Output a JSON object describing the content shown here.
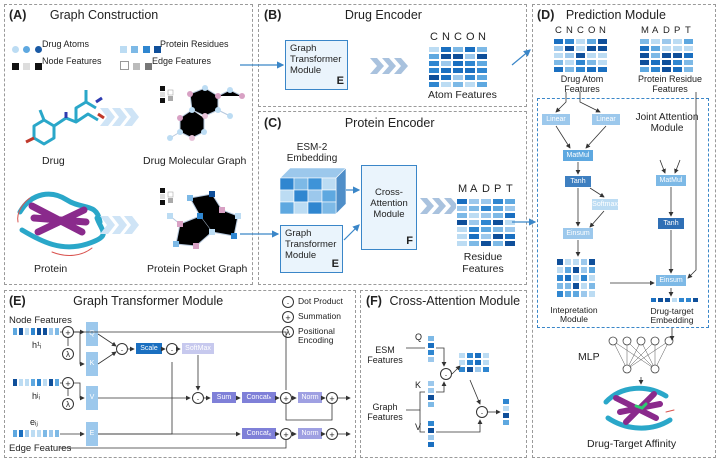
{
  "panels": {
    "a": {
      "label": "(A)",
      "title": "Graph Construction"
    },
    "b": {
      "label": "(B)",
      "title": "Drug Encoder"
    },
    "c": {
      "label": "(C)",
      "title": "Protein Encoder"
    },
    "d": {
      "label": "(D)",
      "title": "Prediction Module"
    },
    "e": {
      "label": "(E)",
      "title": "Graph Transformer Module"
    },
    "f": {
      "label": "(F)",
      "title": "Cross-Attention Module"
    }
  },
  "legend_a": {
    "drug_atoms": "Drug Atoms",
    "protein_residues": "Protein Residues",
    "node_features": "Node Features",
    "edge_features": "Edge Features"
  },
  "panel_a": {
    "drug": "Drug",
    "drug_graph": "Drug Molecular Graph",
    "protein": "Protein",
    "protein_graph": "Protein Pocket Graph"
  },
  "panel_b": {
    "gt_module": "Graph Transformer Module",
    "gt_tag": "E",
    "atom_letters": [
      "C",
      "N",
      "C",
      "O",
      "N"
    ],
    "atom_features": "Atom Features"
  },
  "panel_c": {
    "esm": "ESM-2 Embedding",
    "gt_module": "Graph Transformer Module",
    "gt_tag": "E",
    "ca_module": "Cross-Attention Module",
    "ca_tag": "F",
    "residue_letters": [
      "M",
      "A",
      "D",
      "P",
      "T"
    ],
    "residue_features": "Residue Features"
  },
  "panel_d": {
    "atom_letters": [
      "C",
      "N",
      "C",
      "O",
      "N"
    ],
    "residue_letters": [
      "M",
      "A",
      "D",
      "P",
      "T"
    ],
    "drug_atom_features": "Drug Atom Features",
    "protein_residue_features": "Protein Residue Features",
    "linear": "Linear",
    "matmul": "MatMul",
    "tanh": "Tanh",
    "softmax": "Softmax",
    "einsum": "Einsum",
    "joint_attention": "Joint Attention Module",
    "interpretation": "Intepretation Module",
    "embedding": "Drug-target Embedding",
    "mlp": "MLP",
    "affinity": "Drug-Target Affinity"
  },
  "panel_e": {
    "dot_product": "Dot Product",
    "summation": "Summation",
    "positional": "Positional Encoding",
    "node_features": "Node Features",
    "edge_features": "Edge Features",
    "h1": "h¹ᵢ",
    "h2": "hʲᵢ",
    "eij": "eᵢⱼ",
    "lambda": "λ",
    "q": "Q",
    "k": "K",
    "v": "V",
    "e": "E",
    "scale": "Scale",
    "softmax": "SoftMax",
    "sum": "Sum",
    "concat_h": "Concatₕ",
    "concat_e": "Concatₑ",
    "norm": "Norm"
  },
  "panel_f": {
    "esm_features": "ESM Features",
    "graph_features": "Graph Features",
    "q": "Q",
    "k": "K",
    "v": "V"
  },
  "colors": {
    "accent": "#3a86c8",
    "light": "#bcdcf3",
    "mid": "#7db9e6",
    "dark": "#1a5aa5",
    "pink": "#d8a1c4",
    "purple": "#8a2a8c"
  }
}
